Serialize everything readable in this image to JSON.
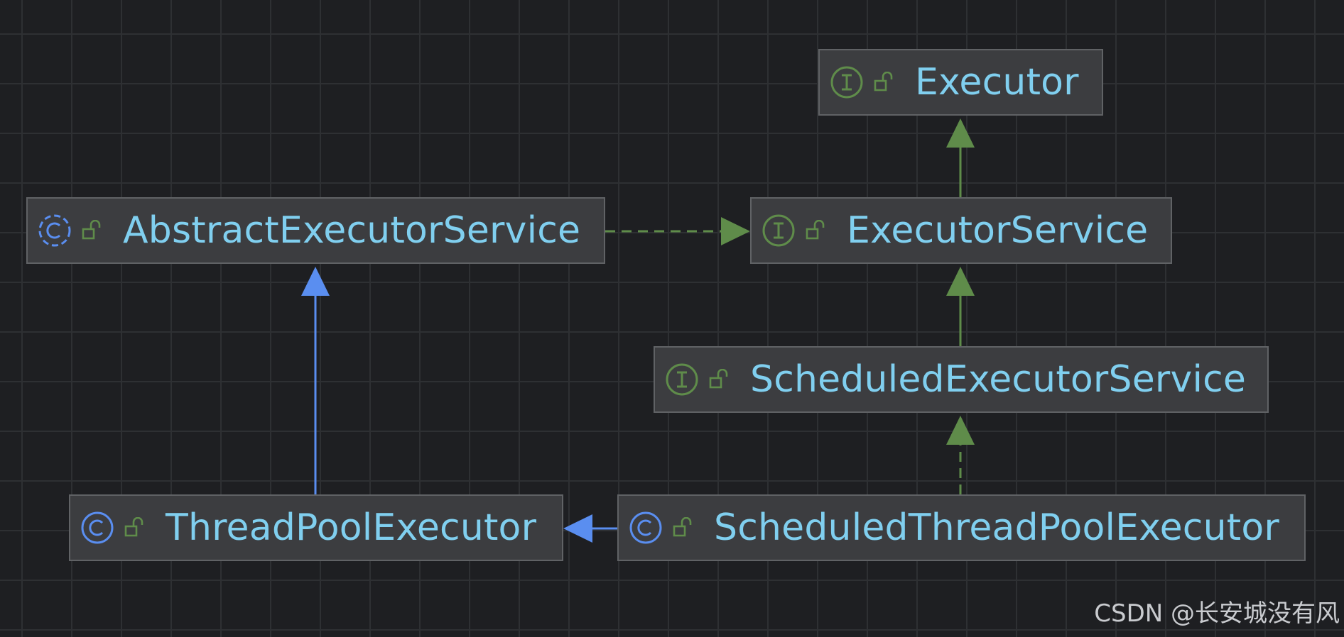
{
  "nodes": {
    "executor": {
      "label": "Executor",
      "kind": "interface"
    },
    "executor_service": {
      "label": "ExecutorService",
      "kind": "interface"
    },
    "abstract_executor_service": {
      "label": "AbstractExecutorService",
      "kind": "abstract-class"
    },
    "scheduled_executor_service": {
      "label": "ScheduledExecutorService",
      "kind": "interface"
    },
    "thread_pool_executor": {
      "label": "ThreadPoolExecutor",
      "kind": "class"
    },
    "scheduled_thread_pool_executor": {
      "label": "ScheduledThreadPoolExecutor",
      "kind": "class"
    }
  },
  "edges": [
    {
      "from": "ExecutorService",
      "to": "Executor",
      "type": "interface-extends"
    },
    {
      "from": "AbstractExecutorService",
      "to": "ExecutorService",
      "type": "implements"
    },
    {
      "from": "ScheduledExecutorService",
      "to": "ExecutorService",
      "type": "interface-extends"
    },
    {
      "from": "ThreadPoolExecutor",
      "to": "AbstractExecutorService",
      "type": "class-extends"
    },
    {
      "from": "ScheduledThreadPoolExecutor",
      "to": "ThreadPoolExecutor",
      "type": "class-extends"
    },
    {
      "from": "ScheduledThreadPoolExecutor",
      "to": "ScheduledExecutorService",
      "type": "implements"
    }
  ],
  "icons": {
    "interface": "interface-icon",
    "class": "class-icon",
    "abstract_class": "abstract-class-icon",
    "visibility": "unlocked-padlock-icon"
  },
  "colors": {
    "background": "#1e1f22",
    "grid": "#2e3033",
    "node_fill": "#3c3d40",
    "node_border": "#606265",
    "label_text": "#80cfef",
    "interface_green": "#5f8c4a",
    "class_blue": "#5a8ef0"
  },
  "watermark": "CSDN @长安城没有风"
}
